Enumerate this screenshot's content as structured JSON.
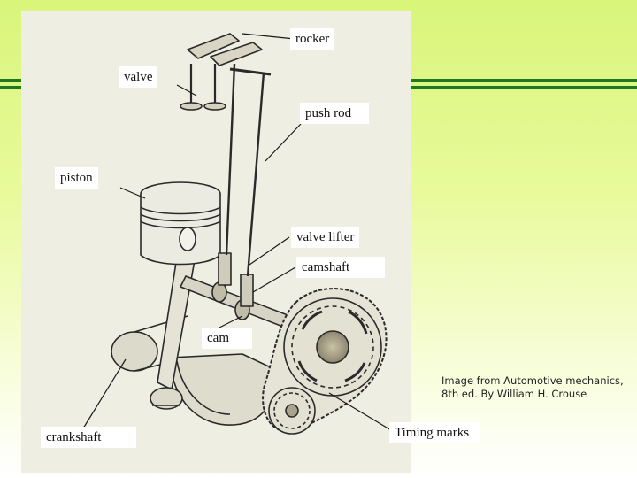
{
  "labels": {
    "rocker": "rocker",
    "valve": "valve",
    "push_rod": "push rod",
    "piston": "piston",
    "valve_lifter": "valve lifter",
    "camshaft": "camshaft",
    "cam": "cam",
    "crankshaft": "crankshaft",
    "timing_marks": "Timing marks"
  },
  "credit": "Image from Automotive mechanics, 8th ed. By William H. Crouse",
  "colors": {
    "stripe": "#1f7a1f",
    "background_top": "#d9f57a",
    "figure_paper": "#efeee3"
  }
}
